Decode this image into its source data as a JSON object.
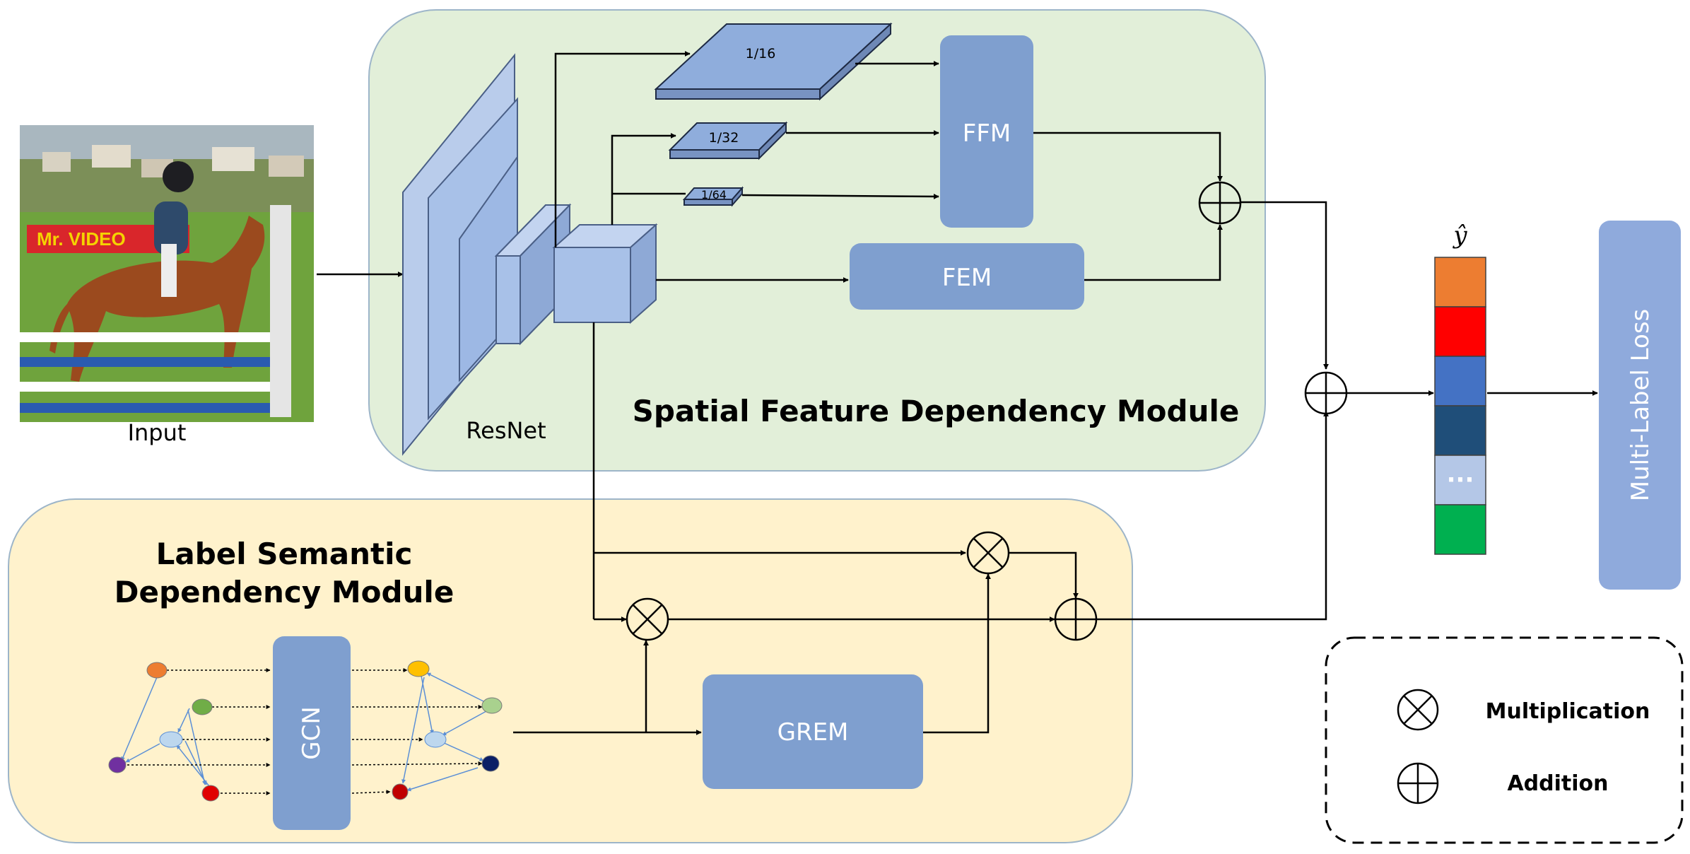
{
  "input": {
    "label": "Input",
    "photo_text": "Mr. VIDEO"
  },
  "spatial_module": {
    "title": "Spatial Feature Dependency Module",
    "backbone_label": "ResNet",
    "scales": [
      "1/16",
      "1/32",
      "1/64"
    ],
    "ffm_label": "FFM",
    "fem_label": "FEM"
  },
  "semantic_module": {
    "title_line1": "Label Semantic",
    "title_line2": "Dependency Module",
    "gcn_label": "GCN",
    "grem_label": "GREM"
  },
  "output": {
    "y_hat_label": "ŷ",
    "ellipsis": "···",
    "vector_colors": [
      "#ED7D31",
      "#FF0000",
      "#4472C4",
      "#1F4E79",
      "#B4C7E7",
      "#00B050"
    ],
    "loss_label": "Multi-Label Loss"
  },
  "legend": {
    "multiplication_label": "Multiplication",
    "addition_label": "Addition"
  },
  "colors": {
    "spatial_bg": "#E2EFD9",
    "semantic_bg": "#FFF2CC",
    "block_fill": "#7F9FCF",
    "cube_fill": "#9DB8E4",
    "cube_edge": "#4A5F86"
  }
}
